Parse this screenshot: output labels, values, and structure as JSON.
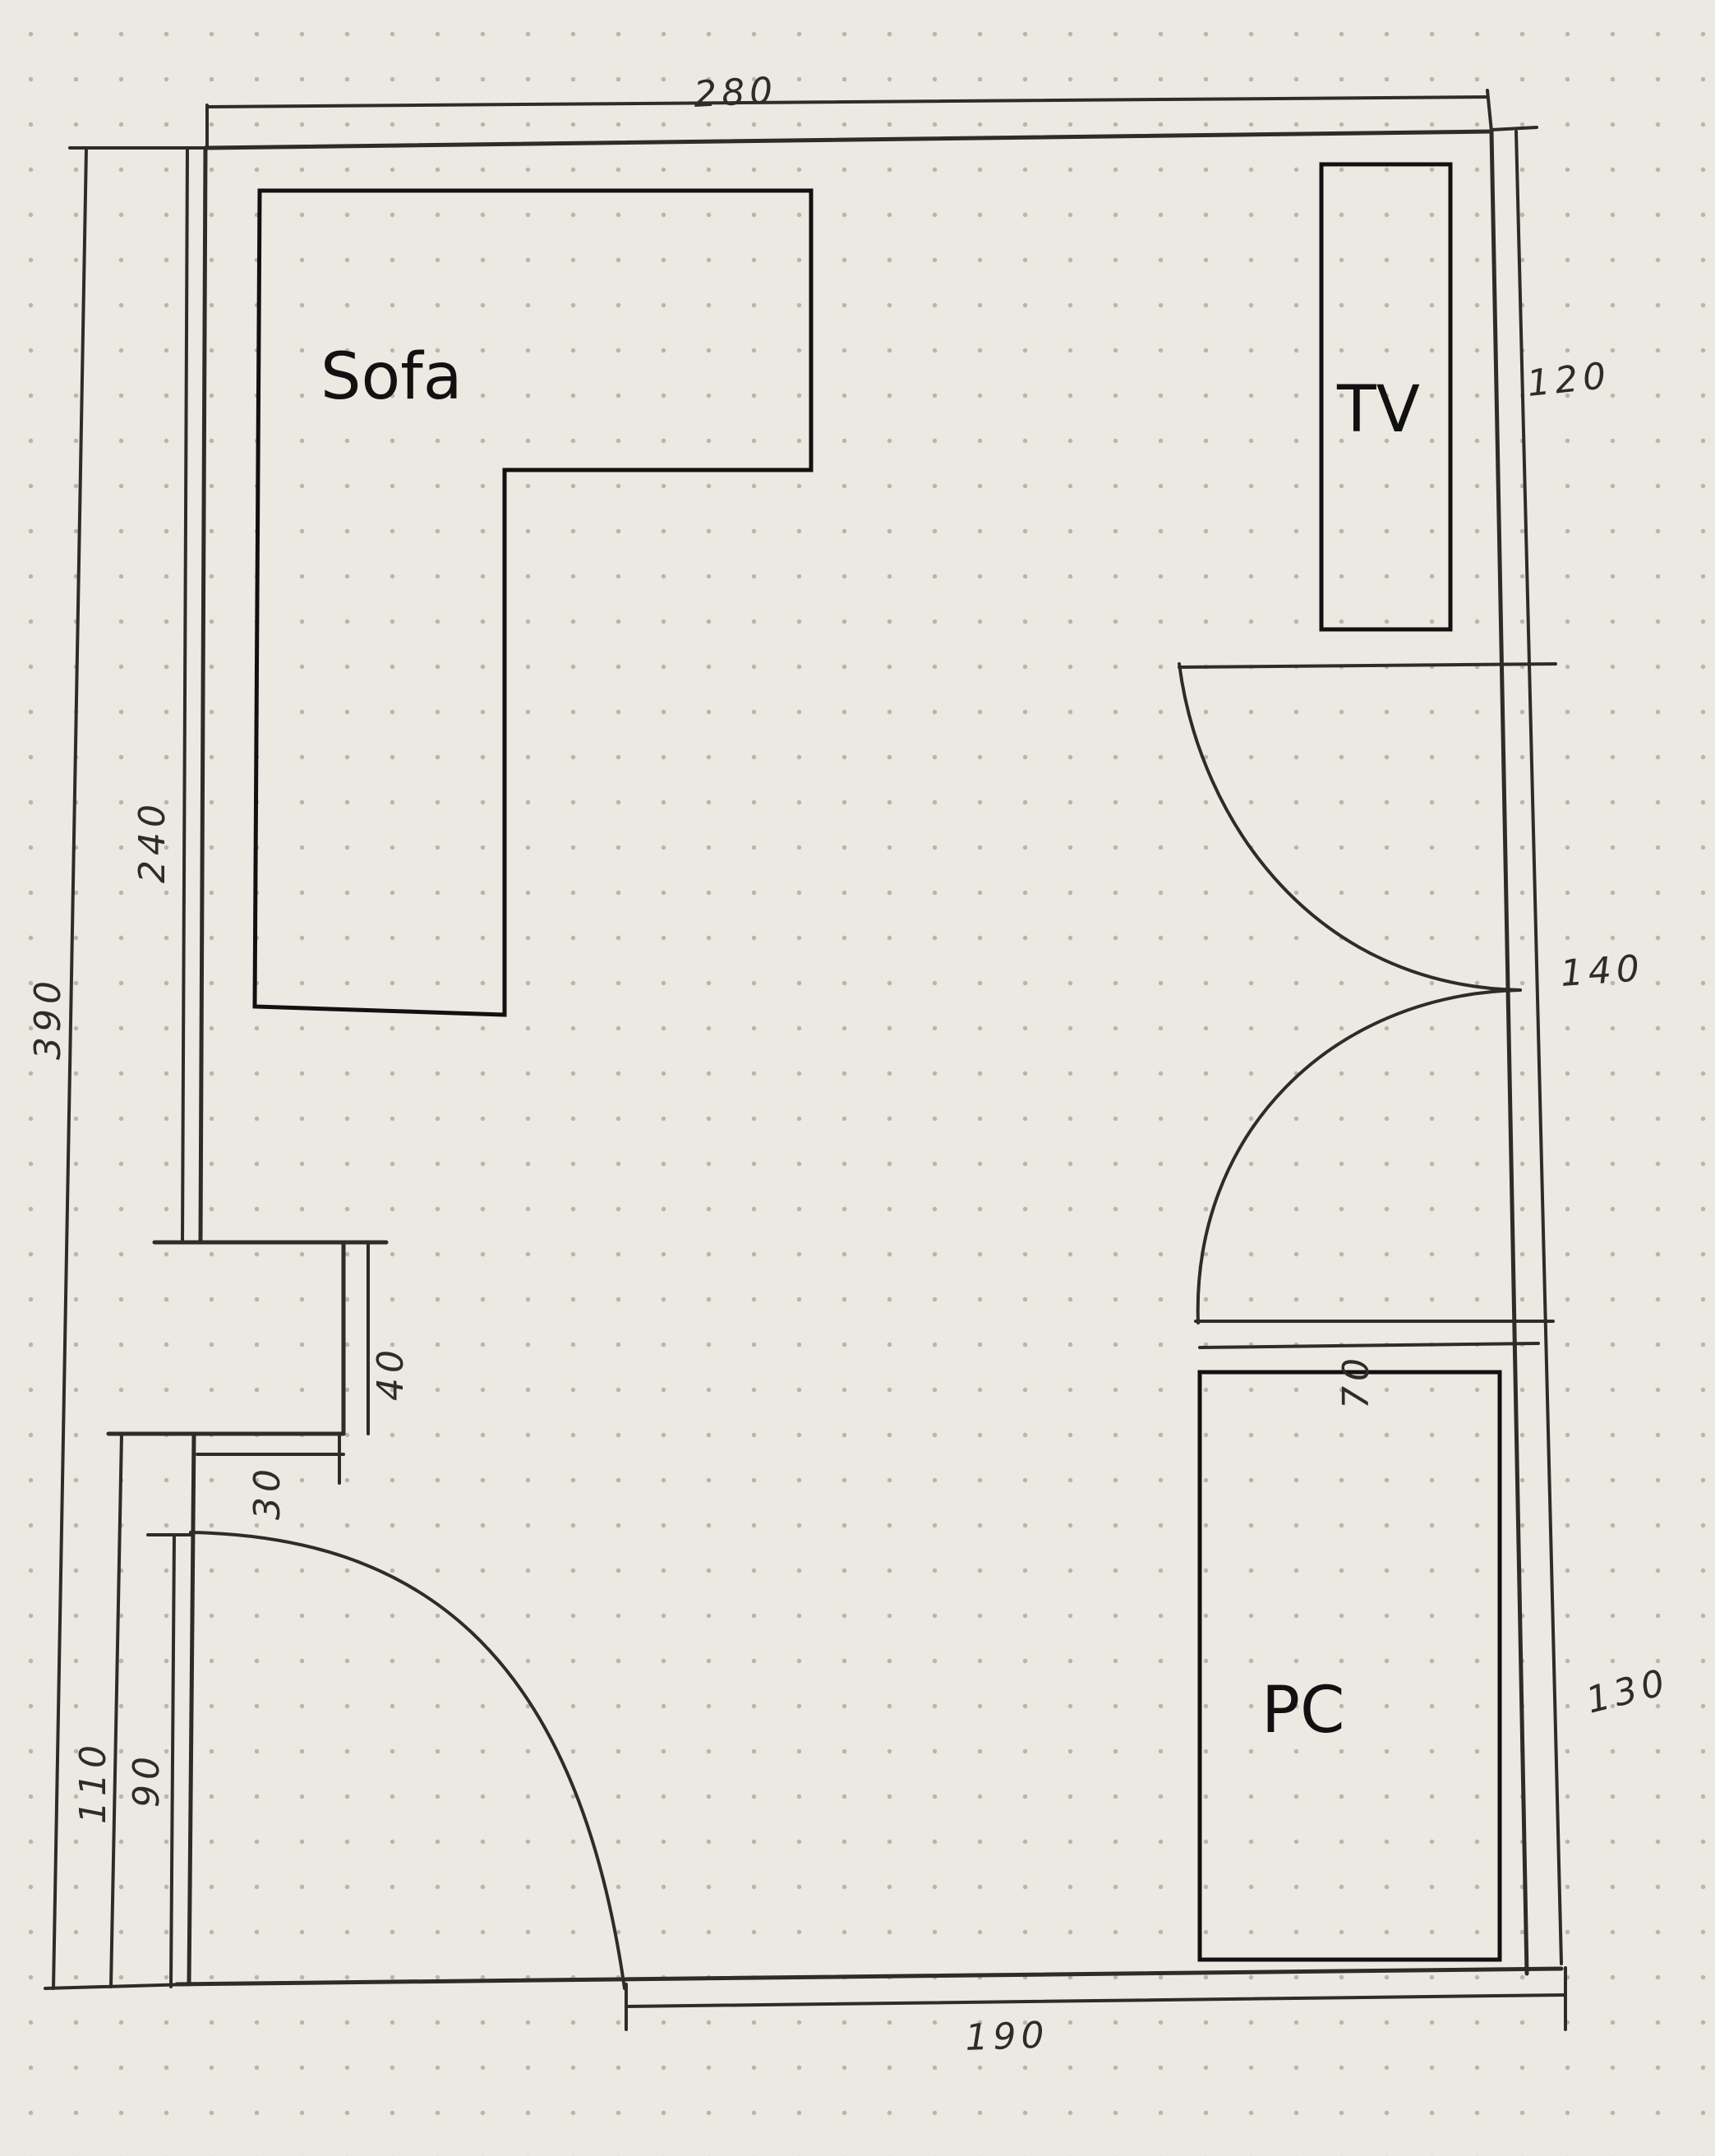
{
  "furniture": {
    "sofa": "Sofa",
    "tv": "TV",
    "pc": "PC"
  },
  "dimensions": {
    "top_width": "280",
    "left_height": "390",
    "left_wall_segment": "240",
    "niche_depth": "40",
    "niche_width": "30",
    "door_outer": "110",
    "door_inner": "90",
    "bottom_width": "190",
    "right_top": "120",
    "right_middle": "140",
    "right_bottom": "130",
    "gap": "70"
  },
  "colors": {
    "paper": "#ece9e2",
    "ink": "#2e2b28",
    "furniture_outline": "#111111"
  }
}
